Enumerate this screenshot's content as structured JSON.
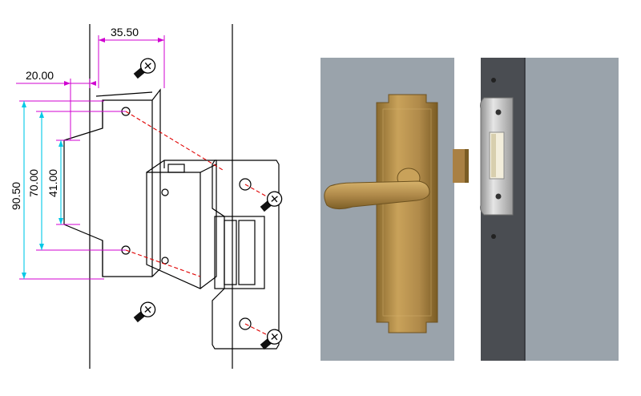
{
  "dimensions": {
    "top_width": "35.50",
    "left_offset": "20.00",
    "plate_height": "90.50",
    "hole_spacing": "70.00",
    "inner_height": "41.00"
  },
  "colors": {
    "dimension_magenta": "#d000d0",
    "dimension_cyan": "#00c8e6",
    "guide_red": "#e00000",
    "line": "#000000",
    "panel_gray": "#9aa3ab",
    "handle_bronze": "#b08a4a",
    "door_dark": "#4a4d52",
    "strike_steel": "#c9c9c9"
  },
  "icons": [
    "screw-icon",
    "door-handle-icon",
    "strike-plate-icon"
  ]
}
